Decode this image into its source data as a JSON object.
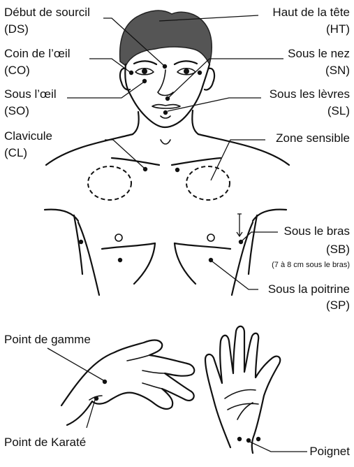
{
  "labels": {
    "ds_name": "Début de sourcil",
    "ds_code": "(DS)",
    "ht_name": "Haut de la tête",
    "ht_code": "(HT)",
    "co_name": "Coin de l’œil",
    "co_code": "(CO)",
    "sn_name": "Sous le nez",
    "sn_code": "(SN)",
    "so_name": "Sous l’œil",
    "so_code": "(SO)",
    "sl_name": "Sous les lèvres",
    "sl_code": "(SL)",
    "cl_name": "Clavicule",
    "cl_code": "(CL)",
    "zone_name": "Zone sensible",
    "sb_name": "Sous le bras",
    "sb_code": "(SB)",
    "sb_note": "(7 à 8 cm sous le bras)",
    "sp_name": "Sous la poitrine",
    "sp_code": "(SP)",
    "gamme_name": "Point de gamme",
    "karate_name": "Point de Karaté",
    "poignet_name": "Poignet"
  },
  "colors": {
    "ink": "#111111",
    "hair": "#555555",
    "background": "#ffffff"
  }
}
